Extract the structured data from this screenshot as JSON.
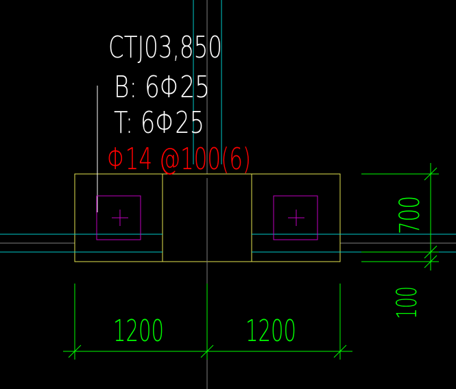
{
  "drawing": {
    "background": "#000000",
    "colors": {
      "footing_outline": "#e6e650",
      "pile_box": "#c000c0",
      "axis_cyan": "#00cccc",
      "dimension": "#00ff00",
      "text_white": "#ffffff",
      "text_red": "#ff0000",
      "center_line": "#808080"
    },
    "label": {
      "id": "CTJ03,850",
      "bottom_rebar": "B: 6Φ25",
      "top_rebar": "T: 6Φ25",
      "stirrup": "Φ14 @100(6)"
    },
    "dimensions": {
      "left_span": "1200",
      "right_span": "1200",
      "vertical_upper": "700",
      "vertical_lower": "100"
    }
  }
}
